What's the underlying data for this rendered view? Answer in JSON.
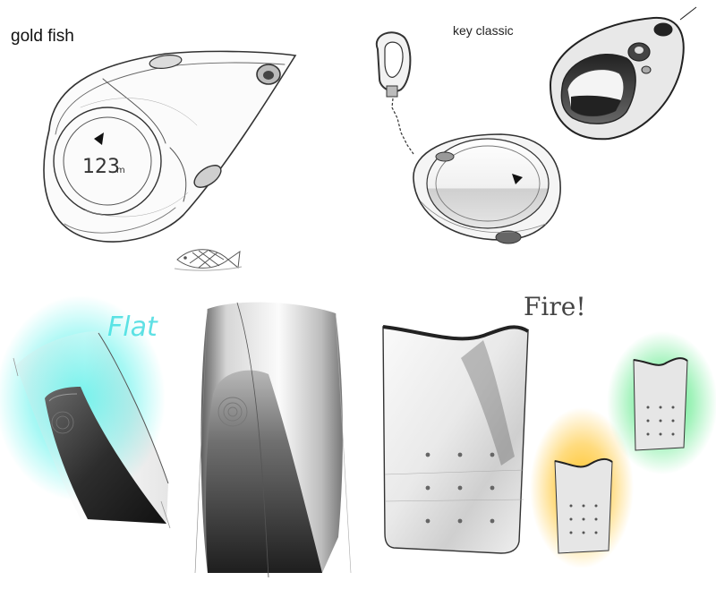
{
  "labels": {
    "gold_fish": "gold fish",
    "key_classic": "key classic",
    "flat": "Flat",
    "fire": "Fire!"
  },
  "goldfish_device": {
    "distance_readout": "123",
    "distance_unit": "m"
  },
  "icons": [
    "fish-doodle-icon",
    "direction-arrow-icon",
    "keyring-clip-icon"
  ],
  "colors": {
    "flat_glow": "#3ff0e8",
    "green_glow": "#33e46a",
    "amber_glow": "#ffc21e",
    "sketch_ink": "#333333"
  }
}
